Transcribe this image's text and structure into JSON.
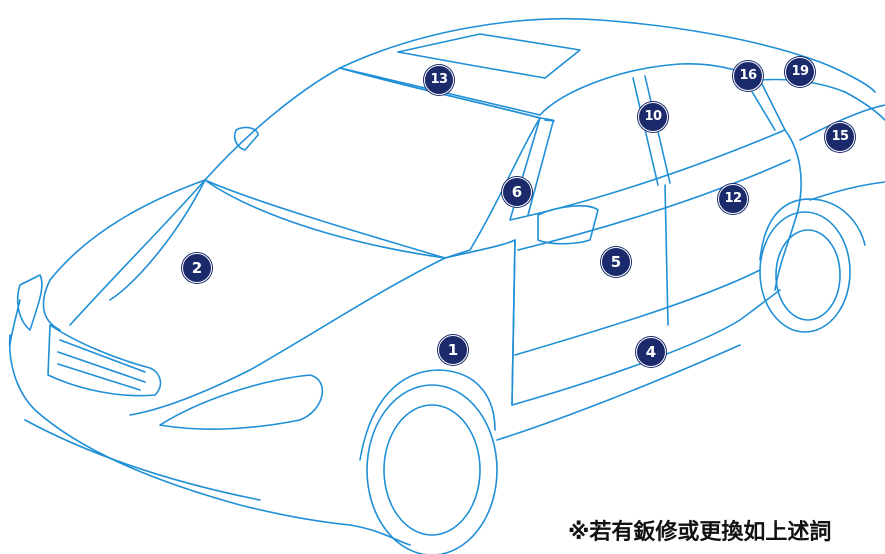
{
  "colors": {
    "line": "#1f8fd6",
    "marker": "#1a2a6b",
    "note": "#111111"
  },
  "markers": [
    {
      "id": "1",
      "label": "1"
    },
    {
      "id": "2",
      "label": "2"
    },
    {
      "id": "4",
      "label": "4"
    },
    {
      "id": "5",
      "label": "5"
    },
    {
      "id": "6",
      "label": "6"
    },
    {
      "id": "10",
      "label": "10"
    },
    {
      "id": "12",
      "label": "12"
    },
    {
      "id": "13",
      "label": "13"
    },
    {
      "id": "15",
      "label": "15"
    },
    {
      "id": "16",
      "label": "16"
    },
    {
      "id": "19",
      "label": "19"
    }
  ],
  "note": "※若有鈑修或更換如上述詞"
}
